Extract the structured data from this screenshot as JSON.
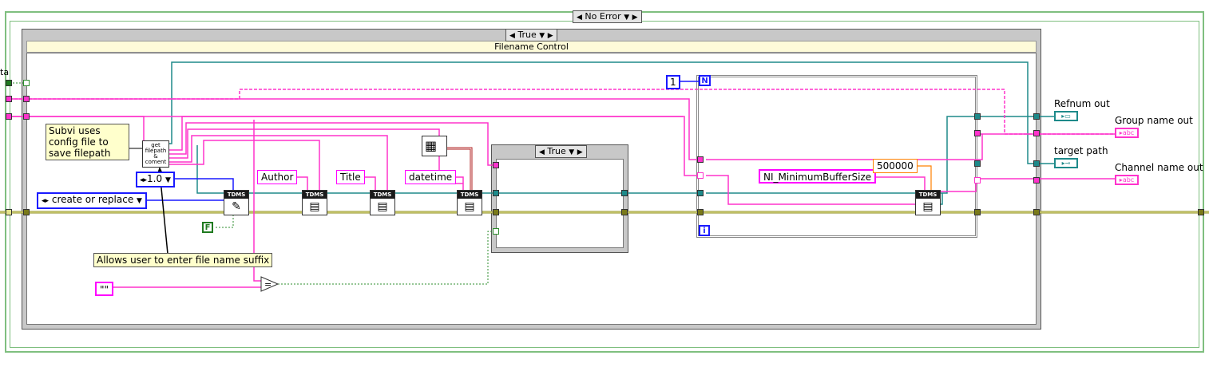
{
  "outer_case": {
    "selector": "No Error"
  },
  "inner_case": {
    "selector": "True",
    "title": "Filename Control"
  },
  "small_case": {
    "selector": "True"
  },
  "for_loop": {
    "count": "1",
    "n_label": "N",
    "i_label": "i"
  },
  "constants": {
    "operation": "create or replace",
    "version": "1.0",
    "author": "Author",
    "title": "Title",
    "datetime": "datetime",
    "buffer_property": "NI_MinimumBufferSize",
    "buffer_value": "500000",
    "empty_string": "\"\"",
    "bool_false": "F"
  },
  "nodes": {
    "tdms_label": "TDMS",
    "subvi_text": "get filepath & coment"
  },
  "comments": {
    "subvi_note": "Subvi uses config file to save filepath",
    "suffix_note": "Allows user to enter file name suffix"
  },
  "outputs": {
    "refnum": "Refnum out",
    "group": "Group name out",
    "target": "target path",
    "channel": "Channel name out"
  },
  "edge_label": "ta",
  "colors": {
    "error_wire": "#8c8c1a",
    "refnum_wire": "#1e8a8a",
    "string_wire": "#ff33cc",
    "numeric_wire": "#1a1aff",
    "boolean_wire": "#2c8c2c",
    "orange_wire": "#ff8000"
  }
}
